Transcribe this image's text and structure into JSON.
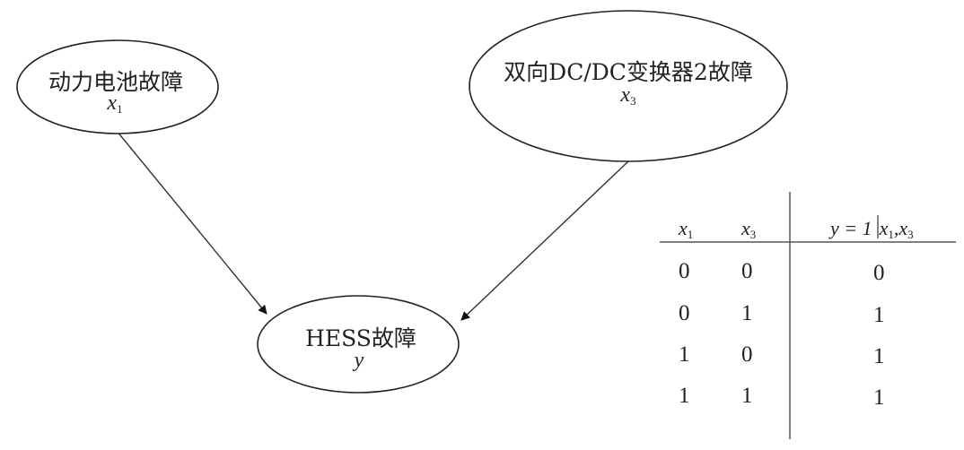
{
  "nodes": {
    "battery": {
      "title": "动力电池故障",
      "var": "x",
      "sub": "1"
    },
    "converter": {
      "title": "双向DC/DC变换器2故障",
      "var": "x",
      "sub": "3"
    },
    "hess": {
      "title": "HESS故障",
      "var": "y"
    }
  },
  "table": {
    "headers": {
      "c1": {
        "var": "x",
        "sub": "1"
      },
      "c2": {
        "var": "x",
        "sub": "3"
      },
      "c3": {
        "lhs": "y = 1",
        "v1": "x",
        "s1": "1",
        "sep": ",",
        "v2": "x",
        "s2": "3"
      }
    },
    "rows": [
      [
        "0",
        "0",
        "0"
      ],
      [
        "0",
        "1",
        "1"
      ],
      [
        "1",
        "0",
        "1"
      ],
      [
        "1",
        "1",
        "1"
      ]
    ]
  }
}
